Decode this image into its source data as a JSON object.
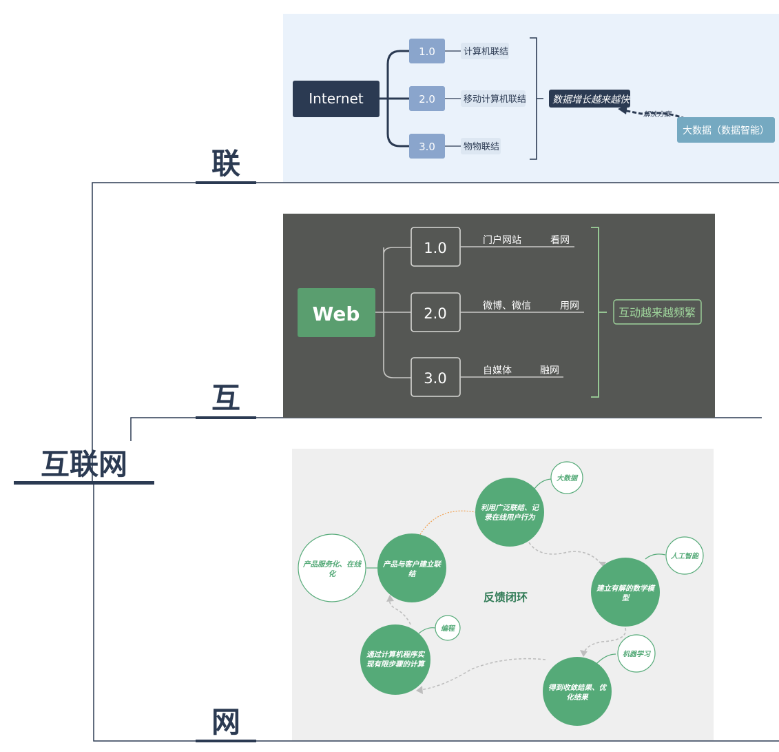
{
  "root": {
    "title": "互联网"
  },
  "branches": {
    "lian": "联",
    "hu": "互",
    "wang": "网"
  },
  "panel_internet": {
    "center": "Internet",
    "versions": [
      {
        "ver": "1.0",
        "desc": "计算机联结"
      },
      {
        "ver": "2.0",
        "desc": "移动计算机联结"
      },
      {
        "ver": "3.0",
        "desc": "物物联结"
      }
    ],
    "summary": "数据增长越来越快",
    "solution_label": "解决方案",
    "solution": "大数据（数据智能）"
  },
  "panel_web": {
    "center": "Web",
    "versions": [
      {
        "ver": "1.0",
        "desc": "门户网站",
        "mode": "看网"
      },
      {
        "ver": "2.0",
        "desc": "微博、微信",
        "mode": "用网"
      },
      {
        "ver": "3.0",
        "desc": "自媒体",
        "mode": "融网"
      }
    ],
    "summary": "互动越来越频繁"
  },
  "panel_loop": {
    "center": "反馈闭环",
    "nodes": {
      "record": [
        "利用广泛联结、记",
        "录在线用户行为"
      ],
      "model": [
        "建立有解的数学模",
        "型"
      ],
      "result": [
        "得到收敛结果、优",
        "化结果"
      ],
      "compute": [
        "通过计算机程序实",
        "现有限步骤的计算"
      ],
      "connect": [
        "产品与客户建立联",
        "结"
      ],
      "service": [
        "产品服务化、在线",
        "化"
      ]
    },
    "tags": {
      "bigdata": "大数据",
      "ai": "人工智能",
      "ml": "机器学习",
      "coding": "编程"
    }
  },
  "colors": {
    "navy": "#2b3a52",
    "internet_panel_bg": "#eaf2fb",
    "version_box": "#8aa5cc",
    "solution_box": "#75a9c1",
    "web_panel_bg": "#555754",
    "web_green": "#5a9e6f",
    "summary_green": "#9ed49b",
    "loop_panel_bg": "#efefef",
    "node_green": "#55aa78",
    "orange": "#f0a050"
  }
}
